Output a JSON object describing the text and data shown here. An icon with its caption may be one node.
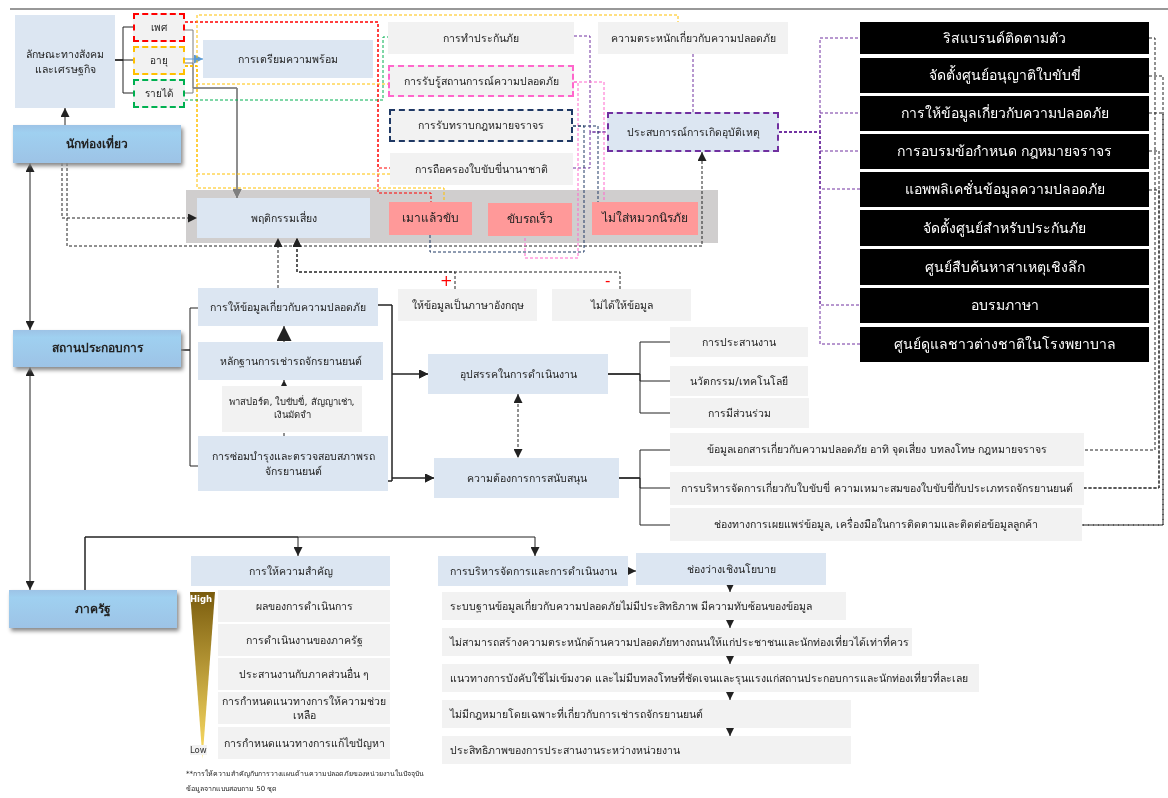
{
  "diagram": {
    "nodes": [
      {
        "text": [
          "ลักษณะทางสังคมและเศรษฐกิจ"
        ]
      },
      {
        "text": [
          "เพศ"
        ]
      },
      {
        "text": [
          "อายุ"
        ]
      },
      {
        "text": [
          "รายได้"
        ]
      },
      {
        "text": [
          "นักท่องเที่ยว"
        ]
      },
      {
        "text": [
          "การเตรียมความพร้อม"
        ]
      },
      {
        "text": [
          "การทำประกันภัย"
        ]
      },
      {
        "text": [
          "การรับรู้สถานการณ์ความปลอดภัย"
        ]
      },
      {
        "text": [
          "การรับทราบกฎหมายจราจร"
        ]
      },
      {
        "text": [
          "การถือครองใบขับขี่นานาชาติ"
        ]
      },
      {
        "text": [
          "ความตระหนักเกี่ยวกับความปลอดภัย"
        ]
      },
      {
        "text": [
          "ประสบการณ์การเกิดอุบัติเหตุ"
        ]
      },
      {
        "text": [],
        "shape": "band"
      },
      {
        "text": [
          "พฤติกรรมเสี่ยง"
        ],
        "in": 12
      },
      {
        "text": [
          "เมาแล้วขับ"
        ],
        "in": 12
      },
      {
        "text": [
          "ขับรถเร็ว"
        ],
        "in": 12
      },
      {
        "text": [
          "ไม่ใส่หมวกนิรภัย"
        ],
        "in": 12
      },
      {
        "text": [
          "ริสแบรนด์ติดตามตัว"
        ]
      },
      {
        "text": [
          "จัดตั้งศูนย์อนุญาติใบขับขี่"
        ]
      },
      {
        "text": [
          "การให้ข้อมูลเกี่ยวกับความปลอดภัย"
        ]
      },
      {
        "text": [
          "การอบรมข้อกำหนด กฎหมายจราจร"
        ]
      },
      {
        "text": [
          "แอพพลิเคชั่นข้อมูลความปลอดภัย"
        ]
      },
      {
        "text": [
          "จัดตั้งศูนย์สำหรับประกันภัย"
        ]
      },
      {
        "text": [
          "ศูนย์สืบค้นหาสาเหตุเชิงลึก"
        ]
      },
      {
        "text": [
          "อบรมภาษา"
        ]
      },
      {
        "text": [
          "ศูนย์ดูแลชาวต่างชาติในโรงพยาบาล"
        ]
      },
      {
        "text": [
          "สถานประกอบการ"
        ]
      },
      {
        "text": [
          "การให้ข้อมูลเกี่ยวกับความปลอดภัย"
        ]
      },
      {
        "text": [
          "ให้ข้อมูลเป็นภาษาอังกฤษ"
        ]
      },
      {
        "text": [
          "ไม่ได้ให้ข้อมูล"
        ]
      },
      {
        "text": [
          "หลักฐานการเช่ารถจักรยานยนต์"
        ]
      },
      {
        "text": [
          "พาสปอร์ต, ใบขับขี่, สัญญาเช่า, เงินมัดจำ"
        ]
      },
      {
        "text": [
          "การซ่อมบำรุงและตรวจสอบสภาพรถจักรยานยนต์"
        ]
      },
      {
        "text": [
          "อุปสรรคในการดำเนินงาน"
        ]
      },
      {
        "text": [
          "ความต้องการการสนับสนุน"
        ]
      },
      {
        "text": [
          "การประสานงาน"
        ]
      },
      {
        "text": [
          "นวัตกรรม/เทคโนโลยี"
        ]
      },
      {
        "text": [
          "การมีส่วนร่วม"
        ]
      },
      {
        "text": [
          "ข้อมูลเอกสารเกี่ยวกับความปลอดภัย อาทิ จุดเสี่ยง บทลงโทษ กฎหมายจราจร"
        ]
      },
      {
        "text": [
          "การบริหารจัดการเกี่ยวกับใบขับขี่ ความเหมาะสมของใบขับขี่กับประเภทรถจักรยานยนต์"
        ]
      },
      {
        "text": [
          "ช่องทางการเผยแพร่ข้อมูล, เครื่องมือในการติดตามและติดต่อข้อมูลลูกค้า"
        ]
      },
      {
        "text": [
          "ภาครัฐ"
        ]
      },
      {
        "text": [
          "การให้ความสำคัญ"
        ]
      },
      {
        "text": [
          "ผลของการดำเนินการ"
        ]
      },
      {
        "text": [
          "การดำเนินงานของภาครัฐ"
        ]
      },
      {
        "text": [
          "ประสานงานกับภาคส่วนอื่น ๆ"
        ]
      },
      {
        "text": [
          "การกำหนดแนวทางการให้ความช่วยเหลือ"
        ]
      },
      {
        "text": [
          "การกำหนดแนวทางการแก้ไขปัญหา"
        ]
      },
      {
        "text": [
          "การบริหารจัดการและการดำเนินงาน"
        ]
      },
      {
        "text": [
          "ช่องว่างเชิงนโยบาย"
        ]
      },
      {
        "text": [
          "ระบบฐานข้อมูลเกี่ยวกับความปลอดภัยไม่มีประสิทธิภาพ มีความทับซ้อนของข้อมูล"
        ]
      },
      {
        "text": [
          "ไม่สามารถสร้างความตระหนักด้านความปลอดภัยทางถนนให้แก่ประชาชนและนักท่องเที่ยวได้เท่าที่ควร"
        ]
      },
      {
        "text": [
          "แนวทางการบังคับใช้ไม่เข้มงวด และไม่มีบทลงโทษที่ชัดเจนและรุนแรงแก่สถานประกอบการและนักท่องเที่ยวที่ละเลย"
        ]
      },
      {
        "text": [
          "ไม่มีกฎหมายโดยเฉพาะที่เกี่ยวกับการเช่ารถจักรยานยนต์"
        ]
      },
      {
        "text": [
          "ประสิทธิภาพของการประสานงานระหว่างหน่วยงาน"
        ]
      },
      {
        "text": [
          "High",
          "Low"
        ]
      }
    ],
    "edges": [
      {
        "from": 0,
        "to": 1,
        "arrow": "none"
      },
      {
        "from": 0,
        "to": 2,
        "arrow": "none"
      },
      {
        "from": 0,
        "to": 3,
        "arrow": "none"
      },
      {
        "from": 4,
        "to": 0,
        "arrow": "to"
      },
      {
        "from": 1,
        "to": 13,
        "arrow": "to",
        "color": "#7f7f7f"
      },
      {
        "from": 2,
        "to": 13,
        "arrow": "to",
        "color": "#7f7f7f"
      },
      {
        "from": 3,
        "to": 13,
        "arrow": "to",
        "color": "#7f7f7f"
      },
      {
        "from": 2,
        "to": 5,
        "arrow": "to",
        "color": "#5b9bd5"
      },
      {
        "from": 1,
        "to": 9,
        "arrow": "none",
        "style": "dashed",
        "color": "#ff0000"
      },
      {
        "from": 1,
        "to": 14,
        "arrow": "none",
        "style": "dashed",
        "color": "#ff0000"
      },
      {
        "from": 2,
        "to": 10,
        "arrow": "none",
        "style": "dashed",
        "color": "#ffc000"
      },
      {
        "from": 2,
        "to": 7,
        "arrow": "none",
        "style": "dashed",
        "color": "#ffc000"
      },
      {
        "from": 2,
        "to": 9,
        "arrow": "none",
        "style": "dashed",
        "color": "#ffc000"
      },
      {
        "from": 2,
        "to": 14,
        "arrow": "none",
        "style": "dashed",
        "color": "#ffc000"
      },
      {
        "from": 3,
        "to": 6,
        "arrow": "none",
        "style": "dashed",
        "color": "#00b050"
      },
      {
        "from": 4,
        "to": 13,
        "arrow": "to",
        "style": "dashed"
      },
      {
        "from": 4,
        "to": 11,
        "arrow": "to",
        "style": "dashed"
      },
      {
        "from": 6,
        "to": 11,
        "arrow": "none",
        "style": "dashed",
        "color": "#7030a0"
      },
      {
        "from": 9,
        "to": 11,
        "arrow": "none",
        "style": "dashed",
        "color": "#7030a0"
      },
      {
        "from": 10,
        "to": 11,
        "arrow": "none",
        "style": "dashed",
        "color": "#7030a0"
      },
      {
        "from": 7,
        "to": 15,
        "arrow": "none",
        "style": "dashed",
        "color": "#ff66cc"
      },
      {
        "from": 7,
        "to": 16,
        "arrow": "none",
        "style": "dashed",
        "color": "#ff66cc"
      },
      {
        "from": 8,
        "to": 14,
        "arrow": "none",
        "style": "dashed",
        "color": "#1f3864"
      },
      {
        "from": 8,
        "to": 16,
        "arrow": "none",
        "style": "dashed",
        "color": "#1f3864"
      },
      {
        "from": 11,
        "to": 17,
        "arrow": "none",
        "style": "dashed",
        "color": "#7030a0"
      },
      {
        "from": 11,
        "to": 19,
        "arrow": "none",
        "style": "dashed",
        "color": "#7030a0"
      },
      {
        "from": 11,
        "to": 20,
        "arrow": "none",
        "style": "dashed",
        "color": "#7030a0"
      },
      {
        "from": 11,
        "to": 21,
        "arrow": "none",
        "style": "dashed",
        "color": "#7030a0"
      },
      {
        "from": 11,
        "to": 24,
        "arrow": "none",
        "style": "dashed",
        "color": "#7030a0"
      },
      {
        "from": 11,
        "to": 25,
        "arrow": "none",
        "style": "dashed",
        "color": "#7030a0"
      },
      {
        "from": 17,
        "to": 38,
        "arrow": "none",
        "style": "dashed"
      },
      {
        "from": 18,
        "to": 40,
        "arrow": "none",
        "style": "dashed"
      },
      {
        "from": 19,
        "to": 40,
        "arrow": "none",
        "style": "dashed"
      },
      {
        "from": 20,
        "to": 39,
        "arrow": "none",
        "style": "dashed"
      },
      {
        "from": 21,
        "to": 39,
        "arrow": "none",
        "style": "dashed"
      },
      {
        "from": 27,
        "to": 13,
        "arrow": "to",
        "style": "dashed"
      },
      {
        "from": 28,
        "to": 13,
        "arrow": "to",
        "style": "dashed",
        "label": "+"
      },
      {
        "from": 29,
        "to": 13,
        "arrow": "to",
        "style": "dashed",
        "label": "-"
      },
      {
        "from": 26,
        "to": 27,
        "arrow": "none"
      },
      {
        "from": 26,
        "to": 32,
        "arrow": "none"
      },
      {
        "from": 31,
        "to": 30,
        "arrow": "to",
        "style": "dashed"
      },
      {
        "from": 32,
        "to": 31,
        "arrow": "none",
        "style": "dashed"
      },
      {
        "from": 30,
        "to": 27,
        "arrow": "to"
      },
      {
        "from": 27,
        "to": 33,
        "arrow": "to"
      },
      {
        "from": 27,
        "to": 34,
        "arrow": "to"
      },
      {
        "from": 32,
        "to": 33,
        "arrow": "to"
      },
      {
        "from": 32,
        "to": 34,
        "arrow": "to"
      },
      {
        "from": 33,
        "to": 34,
        "arrow": "both",
        "style": "dashed"
      },
      {
        "from": 33,
        "to": 35,
        "arrow": "none"
      },
      {
        "from": 33,
        "to": 36,
        "arrow": "none"
      },
      {
        "from": 33,
        "to": 37,
        "arrow": "none"
      },
      {
        "from": 34,
        "to": 38,
        "arrow": "none"
      },
      {
        "from": 34,
        "to": 39,
        "arrow": "none"
      },
      {
        "from": 34,
        "to": 40,
        "arrow": "none"
      },
      {
        "from": 4,
        "to": 26,
        "arrow": "both"
      },
      {
        "from": 26,
        "to": 41,
        "arrow": "both"
      },
      {
        "from": 41,
        "to": 42,
        "arrow": "to"
      },
      {
        "from": 41,
        "to": 48,
        "arrow": "to"
      },
      {
        "from": 48,
        "to": 49,
        "arrow": "to"
      },
      {
        "from": 49,
        "to": 50,
        "arrow": "to"
      },
      {
        "from": 50,
        "to": 51,
        "arrow": "to"
      },
      {
        "from": 51,
        "to": 52,
        "arrow": "to"
      },
      {
        "from": 52,
        "to": 53,
        "arrow": "to"
      },
      {
        "from": 53,
        "to": 54,
        "arrow": "to"
      }
    ],
    "labels": [
      "**การให้ความสำคัญกับการวางแผนด้านความปลอดภัยของหน่วยงานในปัจจุบัน",
      "ข้อมูลจากแบบสอบถาม 50 ชุด"
    ]
  }
}
